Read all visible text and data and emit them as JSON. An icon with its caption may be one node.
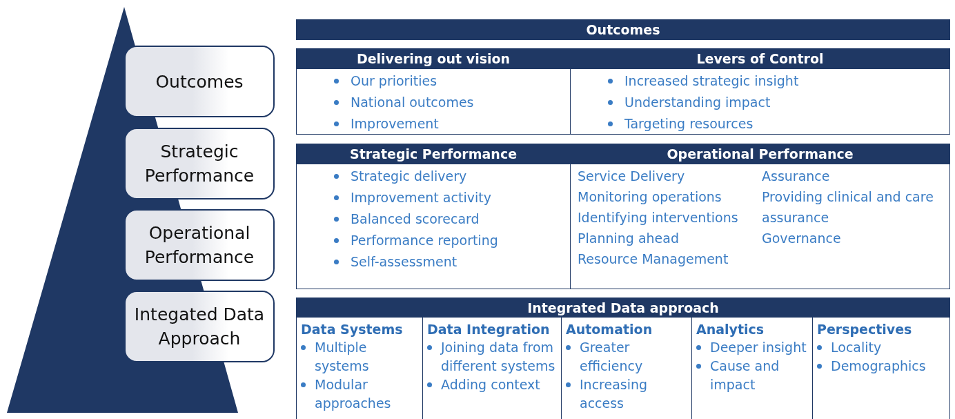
{
  "diagram": {
    "nodes": [
      {
        "text": [
          "Outcomes"
        ]
      },
      {
        "text": [
          "Strategic Performance"
        ]
      },
      {
        "text": [
          "Operational Performance"
        ]
      },
      {
        "text": [
          "Integated Data Approach"
        ]
      },
      {
        "text": [
          "Outcomes"
        ]
      },
      {
        "text": [
          "Delivering out vision",
          "Our priorities",
          "National outcomes",
          "Improvement"
        ]
      },
      {
        "text": [
          "Levers of Control",
          "Increased strategic insight",
          "Understanding impact",
          "Targeting resources"
        ]
      },
      {
        "text": [
          "Strategic Performance",
          "Strategic delivery",
          "Improvement activity",
          "Balanced scorecard",
          "Performance reporting",
          "Self-assessment"
        ]
      },
      {
        "text": [
          "Operational Performance",
          "Service Delivery",
          "Monitoring operations",
          "Identifying interventions",
          "Planning ahead",
          "Resource Management",
          "Assurance",
          "Providing clinical and care assurance",
          "Governance"
        ]
      },
      {
        "text": [
          "Integrated Data approach"
        ]
      },
      {
        "text": [
          "Data Systems",
          "Multiple systems",
          "Modular approaches"
        ]
      },
      {
        "text": [
          "Data Integration",
          "Joining data from different systems",
          "Adding context"
        ]
      },
      {
        "text": [
          "Automation",
          "Greater efficiency",
          "Increasing access"
        ]
      },
      {
        "text": [
          "Analytics",
          "Deeper insight",
          "Cause and impact"
        ]
      },
      {
        "text": [
          "Perspectives",
          "Locality",
          "Demographics"
        ]
      }
    ]
  }
}
